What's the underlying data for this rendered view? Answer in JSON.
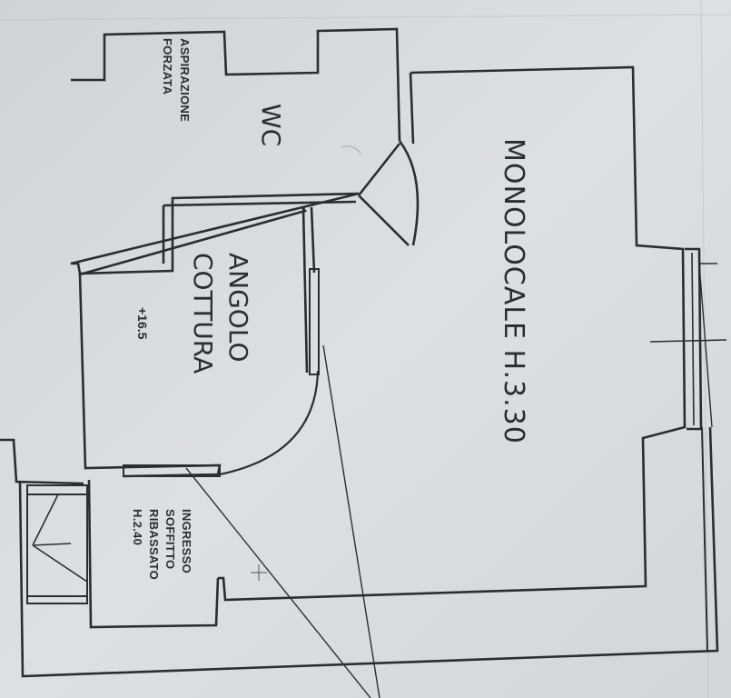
{
  "rooms": {
    "monolocale": "MONOLOCALE H.3.30",
    "wc": "WC",
    "aspirazione_line1": "ASPIRAZIONE",
    "aspirazione_line2": "FORZATA",
    "angolo_line1": "ANGOLO",
    "angolo_line2": "COTTURA",
    "angolo_level": "+16.5",
    "ingresso_line1": "INGRESSO",
    "ingresso_line2": "SOFFITTO",
    "ingresso_line3": "RIBASSATO",
    "ingresso_line4": "H.2.40"
  },
  "colors": {
    "paper": "#d6d9dc",
    "ink": "#2a2e33"
  }
}
